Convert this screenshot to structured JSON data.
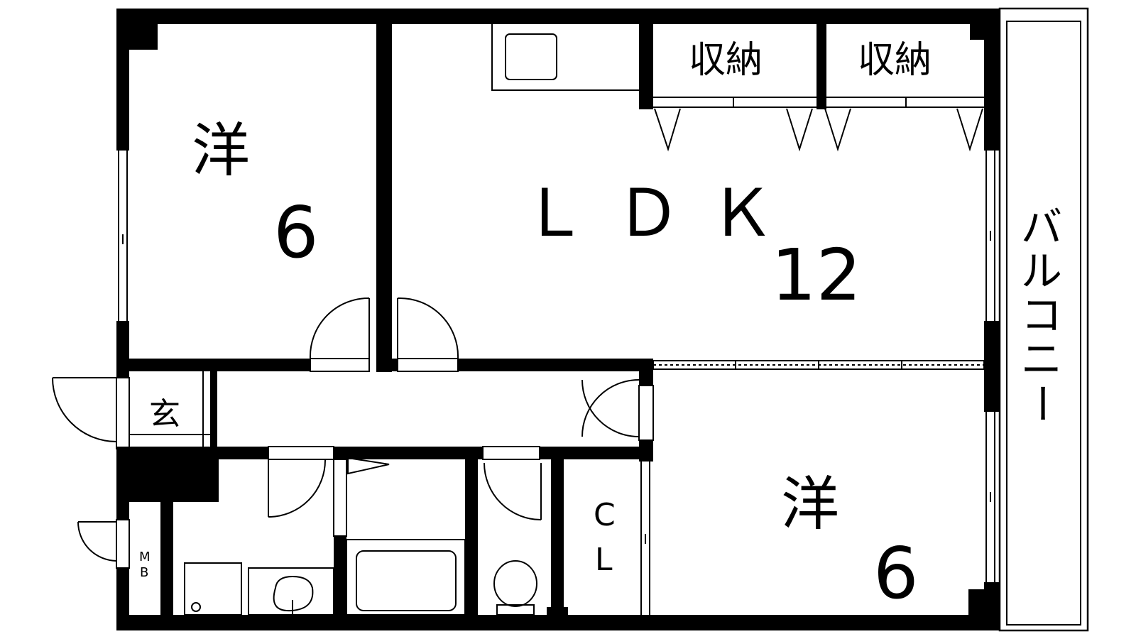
{
  "rooms": {
    "western_1": {
      "kanji": "洋",
      "size": "6"
    },
    "ldk": {
      "label": "ＬＤＫ",
      "size": "12"
    },
    "western_2": {
      "kanji": "洋",
      "size": "6"
    },
    "entrance": {
      "label": "玄"
    },
    "storage_1": {
      "label": "収納"
    },
    "storage_2": {
      "label": "収納"
    },
    "closet": {
      "line1": "C",
      "line2": "L"
    },
    "meter_box": {
      "line1": "M",
      "line2": "B"
    },
    "balcony": {
      "chars": [
        "バ",
        "ル",
        "コ",
        "ニ",
        "ー"
      ]
    }
  },
  "colors": {
    "wall": "#000000",
    "background": "#ffffff"
  }
}
